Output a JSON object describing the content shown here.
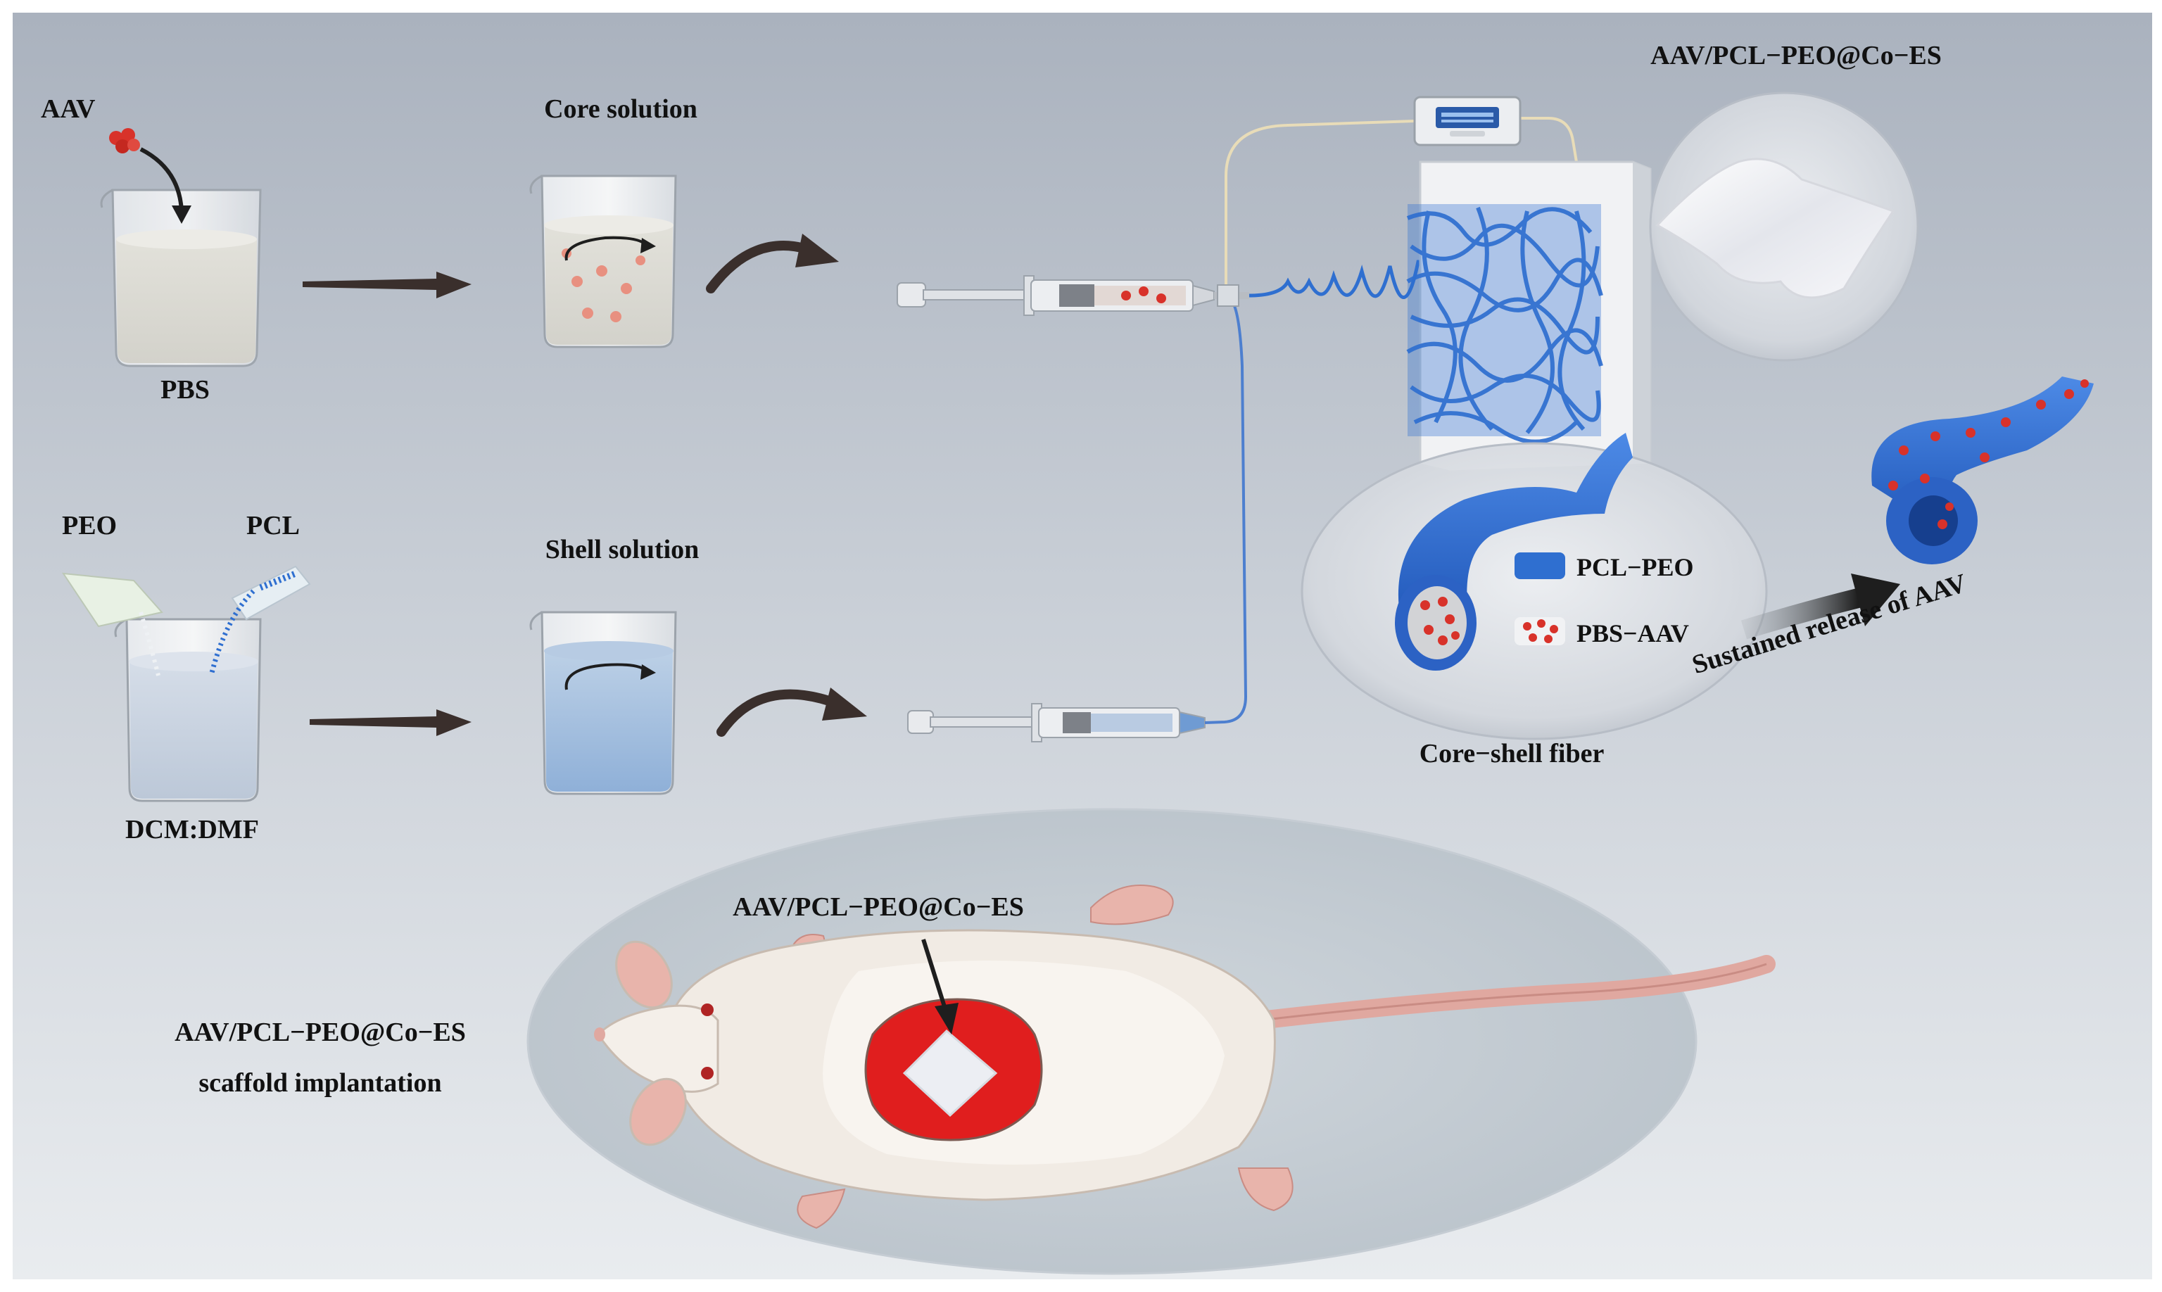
{
  "labels": {
    "aav": "AAV",
    "pbs": "PBS",
    "core_solution": "Core solution",
    "peo": "PEO",
    "pcl": "PCL",
    "dcm_dmf": "DCM:DMF",
    "shell_solution": "Shell solution",
    "scaffold_top": "AAV/PCL−PEO@Co−ES",
    "legend_pcl_peo": "PCL−PEO",
    "legend_pbs_aav": "PBS−AAV",
    "core_shell_fiber": "Core−shell fiber",
    "sustained_release": "Sustained release of AAV",
    "rat_scaffold": "AAV/PCL−PEO@Co−ES",
    "implant_line1": "AAV/PCL−PEO@Co−ES",
    "implant_line2": "scaffold implantation"
  },
  "colors": {
    "fiber_blue": "#2f6fd0",
    "aav_red": "#d8322a",
    "wound_red": "#e01e1e",
    "arrow_dark": "#3a2f2c"
  },
  "icons": [
    "beaker-icon",
    "syringe-icon",
    "pump-icon",
    "collector-plate-icon",
    "rat-icon",
    "aav-particle-icon"
  ]
}
